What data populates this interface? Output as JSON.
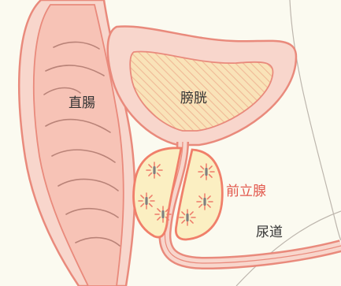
{
  "labels": {
    "bladder": "膀胱",
    "rectum": "直腸",
    "prostate": "前立腺",
    "urethra": "尿道"
  },
  "colors": {
    "background": "#fbfaf0",
    "tissue_fill": "#f8d6cc",
    "tissue_stroke": "#e98a7c",
    "rectum_fill": "#f7c3b6",
    "rectum_fold": "#b98378",
    "bladder_fill": "#f9e3b8",
    "bladder_hatch": "#f0b997",
    "prostate_fill": "#fbefc2",
    "prostate_stroke": "#f07f6a",
    "prostate_label": "#e2574c",
    "gland_marker": "#7f7f7f",
    "gland_ray": "#ee7b6a",
    "body_outline": "#bdb6ad"
  },
  "icons": {
    "gland_markers": [
      "sparkle-icon",
      "sparkle-icon",
      "sparkle-icon",
      "sparkle-icon",
      "sparkle-icon",
      "sparkle-icon"
    ]
  }
}
